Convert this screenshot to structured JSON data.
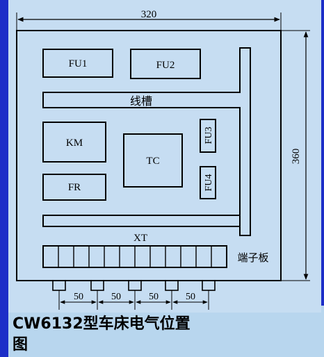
{
  "diagram": {
    "dim_width": "320",
    "dim_height": "360",
    "spacings": [
      "50",
      "50",
      "50",
      "50"
    ],
    "components": {
      "fu1": "FU1",
      "fu2": "FU2",
      "km": "KM",
      "fr": "FR",
      "tc": "TC",
      "fu3": "FU3",
      "fu4": "FU4",
      "xt": "XT"
    },
    "trunking_label": "线槽",
    "terminal_board_label": "端子板"
  },
  "caption": {
    "line1": "CW6132型车床电气位置",
    "line2": "图"
  }
}
